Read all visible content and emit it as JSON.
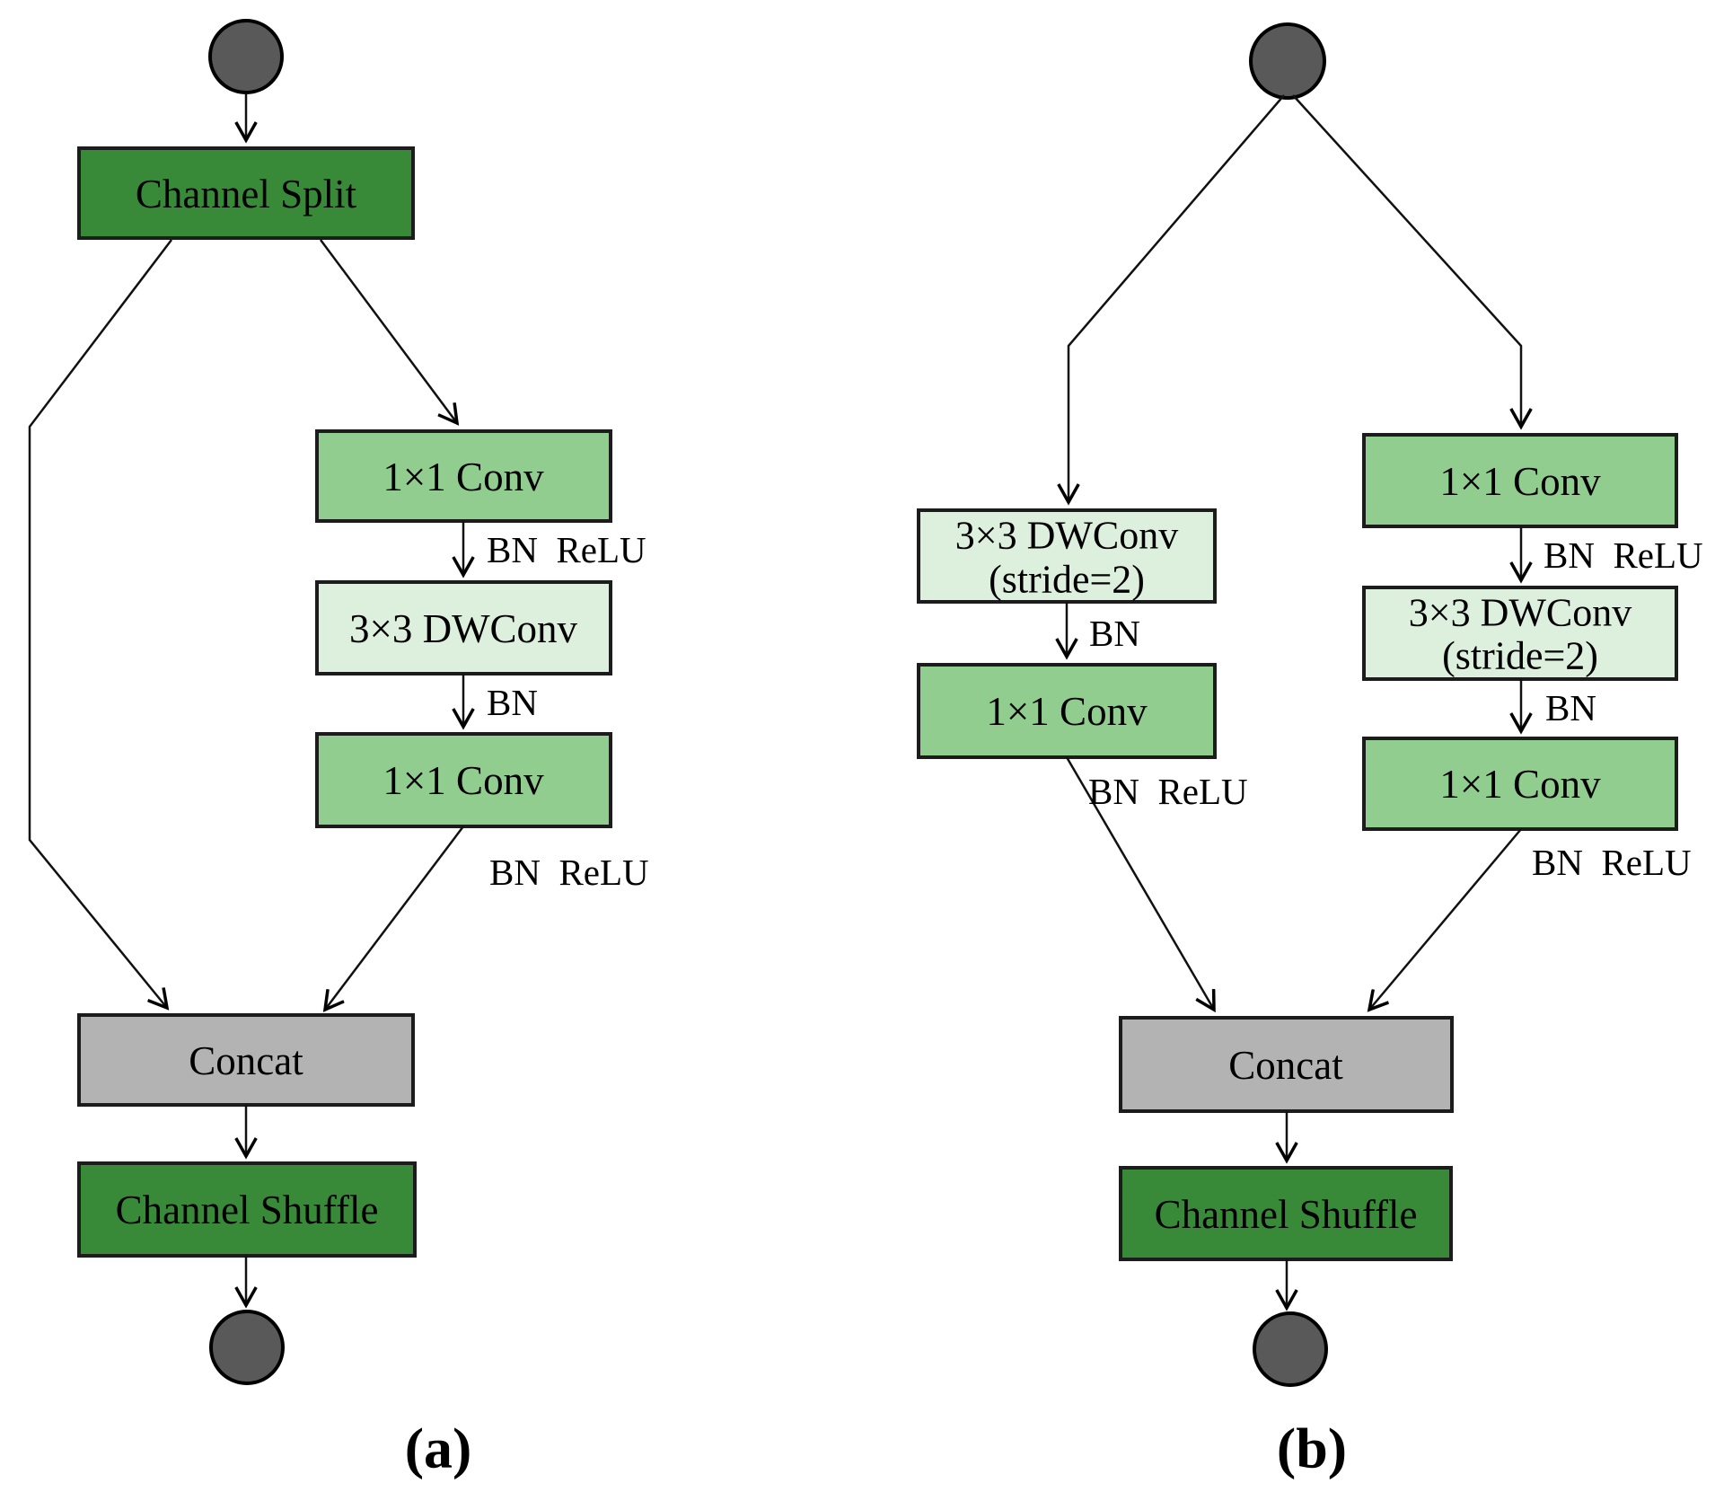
{
  "panel_a": {
    "caption": "(a)",
    "nodes": {
      "channel_split": "Channel Split",
      "conv1": "1×1 Conv",
      "dwconv": "3×3 DWConv",
      "conv2": "1×1 Conv",
      "concat": "Concat",
      "channel_shuffle": "Channel Shuffle"
    },
    "edge_labels": {
      "bn_relu_1": "BN  ReLU",
      "bn": "BN",
      "bn_relu_2": "BN  ReLU"
    }
  },
  "panel_b": {
    "caption": "(b)",
    "nodes": {
      "dwconv_left_line1": "3×3 DWConv",
      "dwconv_left_line2": "(stride=2)",
      "conv_left": "1×1 Conv",
      "conv_right_1": "1×1 Conv",
      "dwconv_right_line1": "3×3 DWConv",
      "dwconv_right_line2": "(stride=2)",
      "conv_right_2": "1×1 Conv",
      "concat": "Concat",
      "channel_shuffle": "Channel Shuffle"
    },
    "edge_labels": {
      "bn_left": "BN",
      "bn_relu_left": "BN  ReLU",
      "bn_relu_right_1": "BN  ReLU",
      "bn_right": "BN",
      "bn_relu_right_2": "BN  ReLU"
    }
  },
  "colors": {
    "dark_green": "#388a38",
    "medium_green": "#90cd8f",
    "light_green": "#ddefdd",
    "gray": "#b3b3b3",
    "node_circle": "#595959"
  }
}
